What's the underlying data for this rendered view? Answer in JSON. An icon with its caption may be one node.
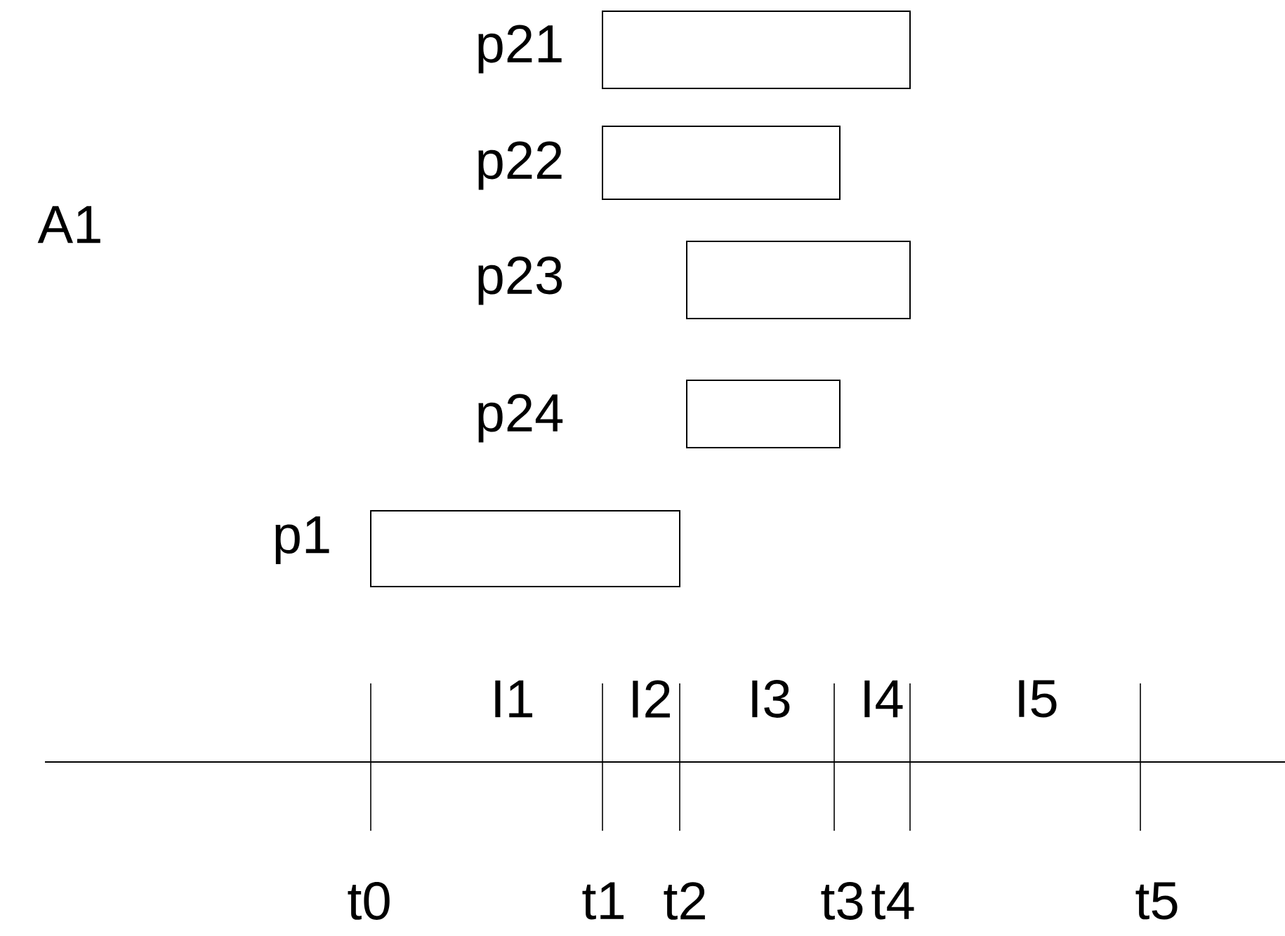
{
  "diagram": {
    "nodes": [
      {
        "text": [
          "p21"
        ]
      },
      {
        "text": [
          "p22"
        ]
      },
      {
        "text": [
          "p23"
        ]
      },
      {
        "text": [
          "p24"
        ]
      },
      {
        "text": [
          "p1"
        ]
      }
    ],
    "labels": [
      "A1",
      "I1",
      "I2",
      "I3",
      "I4",
      "I5",
      "t0",
      "t1",
      "t2",
      "t3",
      "t4",
      "t5"
    ]
  }
}
